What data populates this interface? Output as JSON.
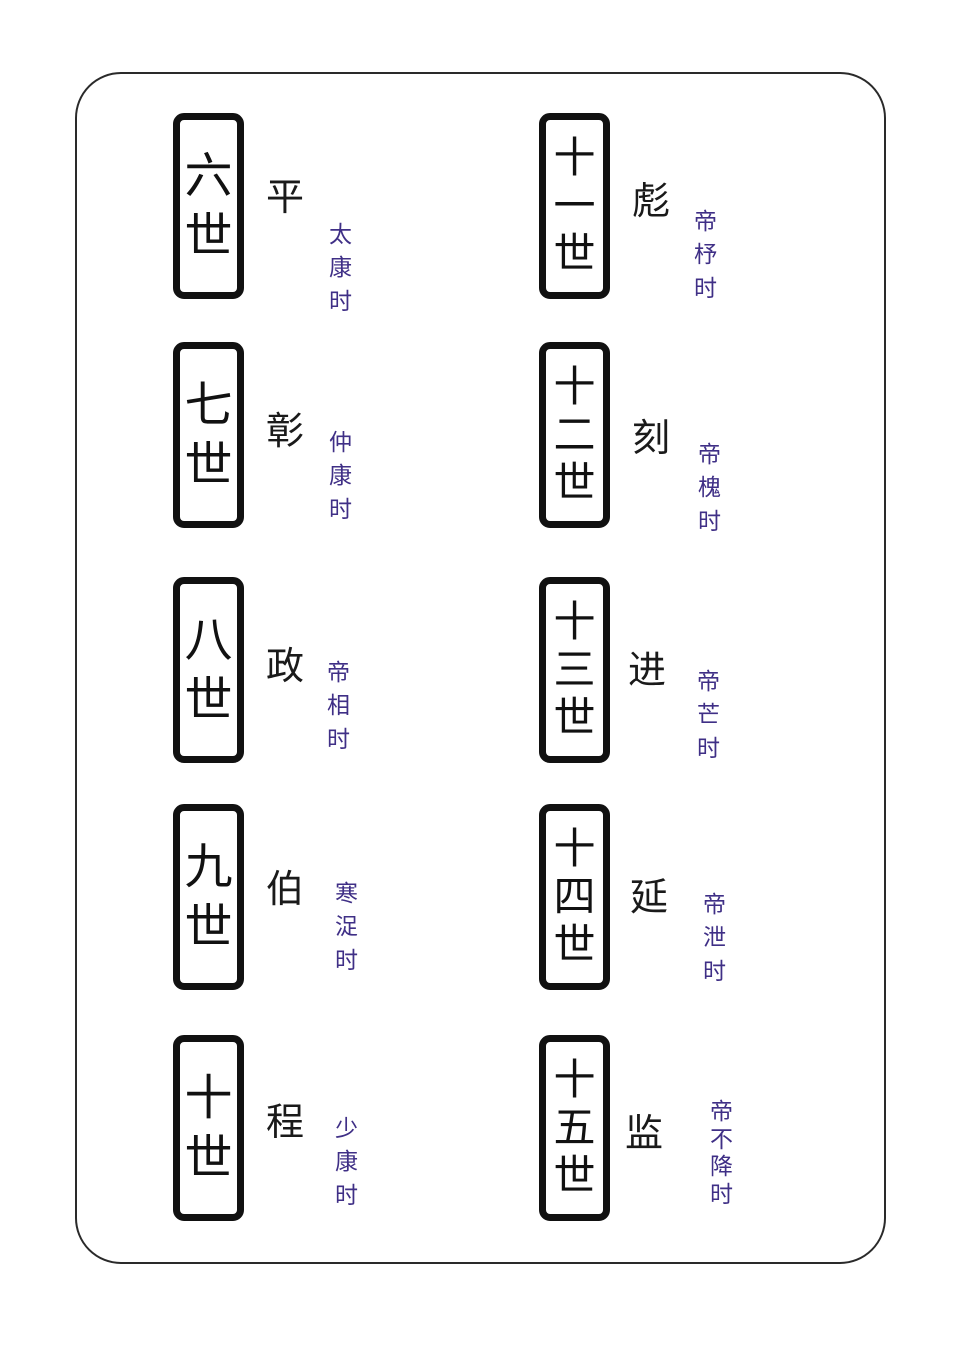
{
  "colors": {
    "border": "#111111",
    "frame": "#2a2a2a",
    "name_text": "#1a1a1a",
    "note_text": "#3f2f86",
    "background": "#ffffff"
  },
  "left_column": [
    {
      "generation": [
        "六",
        "世"
      ],
      "name": "平",
      "note": [
        "太",
        "康",
        "时"
      ]
    },
    {
      "generation": [
        "七",
        "世"
      ],
      "name": "彰",
      "note": [
        "仲",
        "康",
        "时"
      ]
    },
    {
      "generation": [
        "八",
        "世"
      ],
      "name": "政",
      "note": [
        "帝",
        "相",
        "时"
      ]
    },
    {
      "generation": [
        "九",
        "世"
      ],
      "name": "伯",
      "note": [
        "寒",
        "浞",
        "时"
      ]
    },
    {
      "generation": [
        "十",
        "世"
      ],
      "name": "程",
      "note": [
        "少",
        "康",
        "时"
      ]
    }
  ],
  "right_column": [
    {
      "generation": [
        "十",
        "一",
        "世"
      ],
      "name": "彪",
      "note": [
        "帝",
        "杼",
        "时"
      ]
    },
    {
      "generation": [
        "十",
        "二",
        "世"
      ],
      "name": "刻",
      "note": [
        "帝",
        "槐",
        "时"
      ]
    },
    {
      "generation": [
        "十",
        "三",
        "世"
      ],
      "name": "进",
      "note": [
        "帝",
        "芒",
        "时"
      ]
    },
    {
      "generation": [
        "十",
        "四",
        "世"
      ],
      "name": "延",
      "note": [
        "帝",
        "泄",
        "时"
      ]
    },
    {
      "generation": [
        "十",
        "五",
        "世"
      ],
      "name": "监",
      "note": [
        "帝",
        "不",
        "降",
        "时"
      ]
    }
  ]
}
